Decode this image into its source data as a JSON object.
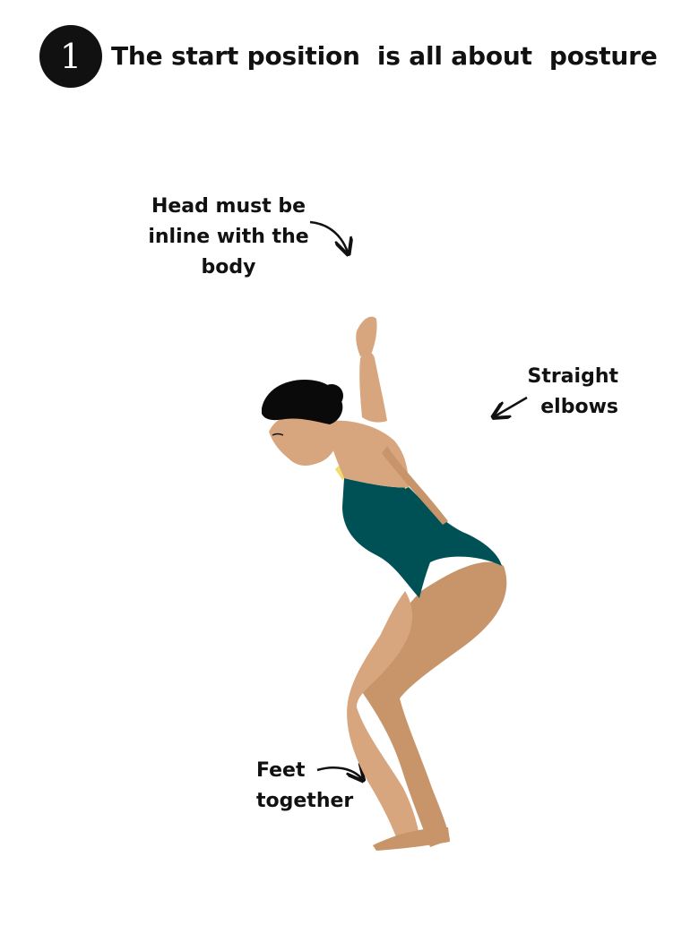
{
  "step": {
    "number": "1",
    "title": "The start position  is all about  posture"
  },
  "annotations": {
    "head": [
      "Head must be",
      "inline with the",
      "body"
    ],
    "elbows": [
      "Straight",
      "elbows"
    ],
    "feet": [
      "Feet",
      "together"
    ]
  },
  "colors": {
    "badge": "#111111",
    "skin": "#d8a67e",
    "skin_shadow": "#c8956b",
    "swimsuit": "#005156",
    "strap": "#f2dc6b",
    "hair": "#0a0a0a",
    "text": "#111111"
  },
  "icons": [
    "arrow-icon",
    "swimmer-illustration"
  ]
}
